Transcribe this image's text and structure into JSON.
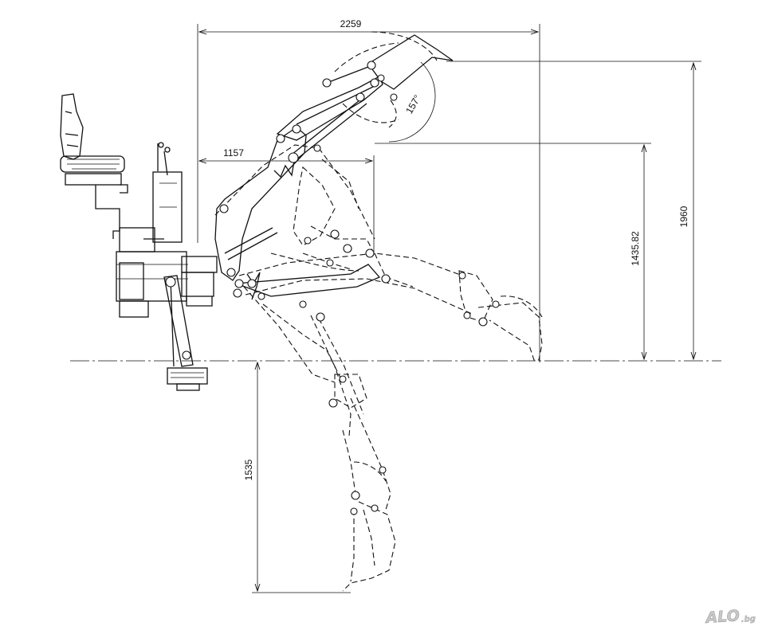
{
  "dimensions": {
    "reach_total": "2259",
    "reach_inner": "1157",
    "height_max": "1960",
    "height_dump": "1435.82",
    "dig_depth": "1535",
    "bucket_angle": "157°"
  },
  "watermark": {
    "brand": "ALO",
    "suffix": ".bg"
  }
}
